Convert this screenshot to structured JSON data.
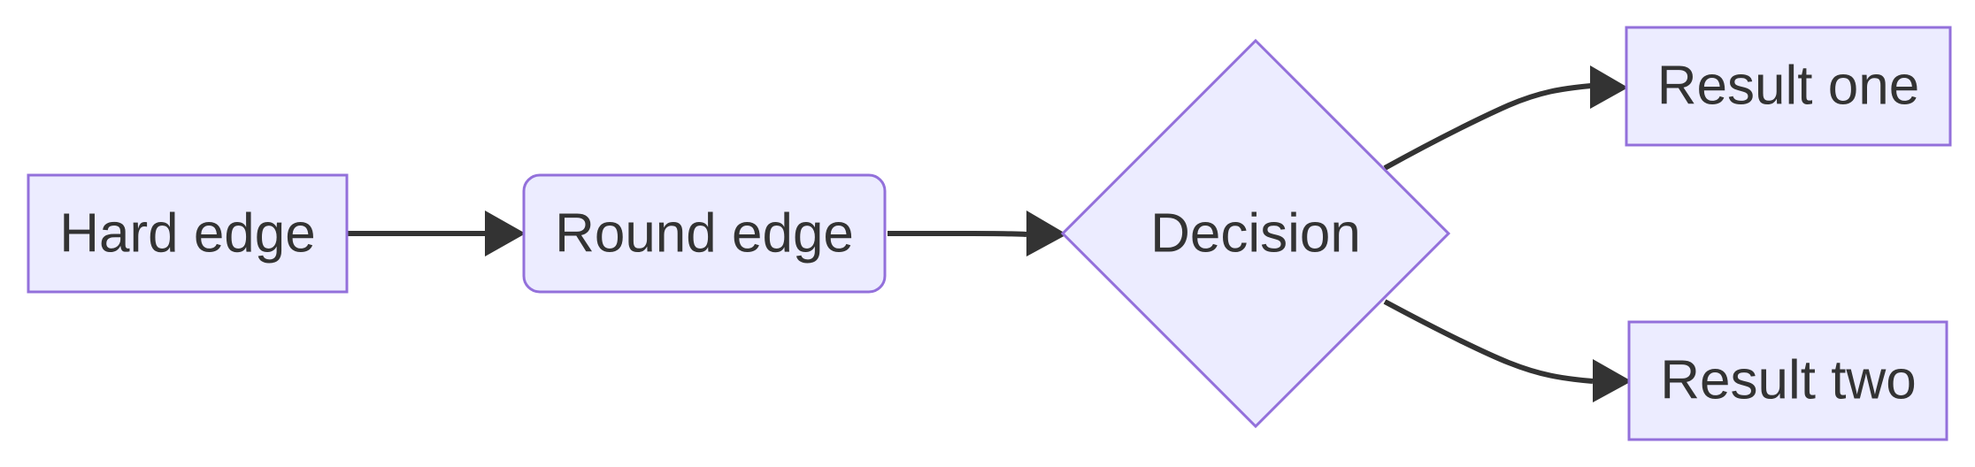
{
  "diagram": {
    "type": "flowchart",
    "direction": "left-to-right",
    "colors": {
      "node_fill": "#ECECFF",
      "node_stroke": "#9370DB",
      "edge": "#333333",
      "text": "#333333"
    },
    "nodes": [
      {
        "id": "hard",
        "shape": "rectangle",
        "label": "Hard edge"
      },
      {
        "id": "round",
        "shape": "rounded-rectangle",
        "label": "Round edge"
      },
      {
        "id": "decision",
        "shape": "diamond",
        "label": "Decision"
      },
      {
        "id": "result1",
        "shape": "rectangle",
        "label": "Result one"
      },
      {
        "id": "result2",
        "shape": "rectangle",
        "label": "Result two"
      }
    ],
    "edges": [
      {
        "from": "hard",
        "to": "round"
      },
      {
        "from": "round",
        "to": "decision"
      },
      {
        "from": "decision",
        "to": "result1"
      },
      {
        "from": "decision",
        "to": "result2"
      }
    ]
  }
}
